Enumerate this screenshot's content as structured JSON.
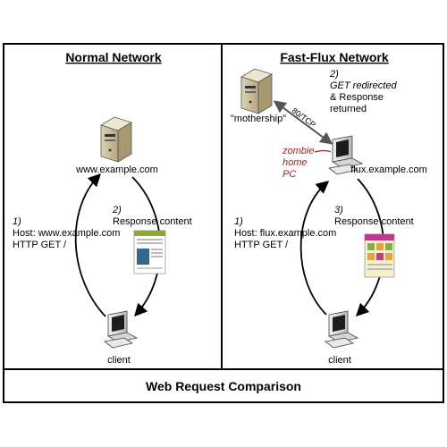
{
  "left": {
    "title": "Normal Network",
    "server_label": "www.example.com",
    "step1_num": "1)",
    "step1_line1": "Host: www.example.com",
    "step1_line2": "HTTP GET /",
    "step2_num": "2)",
    "step2_text": "Response content",
    "client_label": "client"
  },
  "right": {
    "title": "Fast-Flux Network",
    "mothership_label": "\"mothership\"",
    "step2_num": "2)",
    "step2_line1": "GET redirected",
    "step2_line2": "& Response",
    "step2_line3": "returned",
    "port_label": "80/TCP",
    "zombie_line1": "zombie",
    "zombie_line2": "home",
    "zombie_line3": "PC",
    "flux_label": "flux.example.com",
    "step3_num": "3)",
    "step3_text": "Response content",
    "step1_num": "1)",
    "step1_line1": "Host: flux.example.com",
    "step1_line2": "HTTP GET /",
    "client_label": "client"
  },
  "footer": {
    "title": "Web Request Comparison"
  },
  "colors": {
    "zombie_text": "#b0201c",
    "border": "#000000"
  }
}
